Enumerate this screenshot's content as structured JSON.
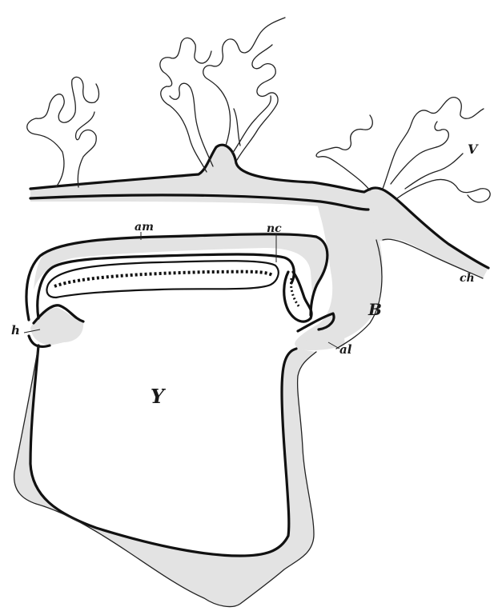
{
  "labels": {
    "am": "am",
    "nc": "nc",
    "ch": "ch",
    "V": "V",
    "B": "B",
    "h": "h",
    "al": "al",
    "Y": "Y"
  },
  "colors": {
    "ink": "#111111",
    "shade": "#e3e3e3",
    "paper": "#ffffff"
  }
}
